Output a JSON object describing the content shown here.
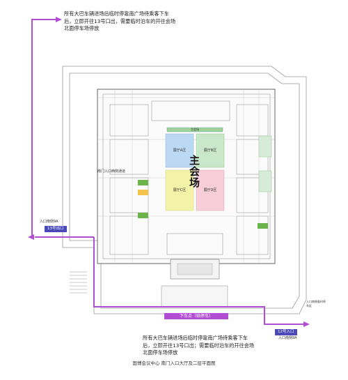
{
  "note_top": [
    "所有大巴车辆进场后临时停靠南广场待乘客下车",
    "后，立即开往13号口出，需要临时泊车的开往会场",
    "北面停车场停放"
  ],
  "note_bottom": [
    "所有大巴车辆进场后临时停靠南广场待乘客下车",
    "后，立即开往13号口出；需要临时泊车的开往会场",
    "北面停车场停放"
  ],
  "main_hall": "主会场",
  "zones": {
    "a": "展厅A区",
    "b": "展厅B区",
    "c": "展厅C区",
    "d": "展厅D区"
  },
  "gates": {
    "exit13": "13号出口",
    "entry12": "12号入口"
  },
  "dropoff": "下车点（临停车）",
  "labels": {
    "left_corridor": "南门入口西侧通道",
    "left_entry": "入口南侧9A",
    "bottom_entry": "入口南侧9A",
    "right_label": "入口南侧临时停车区",
    "top_strip": "主会场"
  },
  "caption": "国博会议中心 南门入口大厅及二层平面图",
  "colors": {
    "route": "#b14fd4",
    "gate": "#4a49b7",
    "zone_blue": "#bcd9f3",
    "zone_green": "#c9e8c9",
    "zone_yellow": "#f3f3a8",
    "zone_pink": "#f6cdd9",
    "facility": "#6bb44a"
  }
}
